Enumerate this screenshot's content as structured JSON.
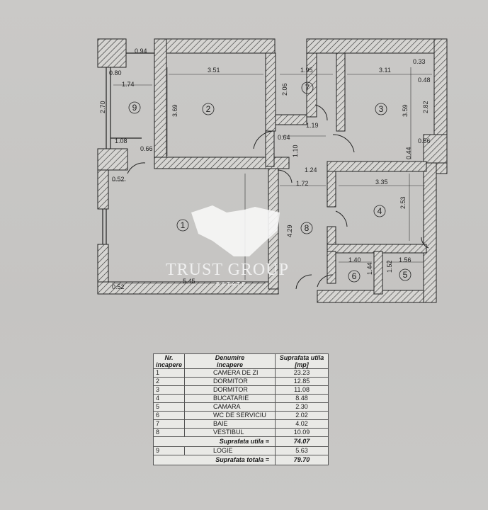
{
  "plan": {
    "room_labels": [
      "1",
      "2",
      "3",
      "4",
      "5",
      "6",
      "7",
      "8",
      "9"
    ],
    "dimensions": {
      "d094": "0.94",
      "d080": "0.80",
      "d174": "1.74",
      "d270": "2.70",
      "d108": "1.08",
      "d066": "0.66",
      "d351": "3.51",
      "d369": "3.69",
      "d195": "1.95",
      "d206": "2.06",
      "d311": "3.11",
      "d033": "0.33",
      "d048": "0.48",
      "d359": "3.59",
      "d282": "2.82",
      "d056": "0.56",
      "d044": "0.44",
      "d119": "1.19",
      "d064": "0.64",
      "d110": "1.10",
      "d124": "1.24",
      "d172": "1.72",
      "d335": "3.35",
      "d253": "2.53",
      "d052a": "0.52",
      "d429": "4.29",
      "d140": "1.40",
      "d144": "1.44",
      "d156": "1.56",
      "d152": "1.52",
      "d052b": "0.52",
      "d545": "5.45"
    }
  },
  "watermark": {
    "brand": "TRUST GROUP",
    "sub": "ESTATE"
  },
  "table": {
    "headers": [
      "Nr.\nincapere",
      "Denumire\nincapere",
      "Suprafata utila\n[mp]"
    ],
    "rows": [
      {
        "nr": "1",
        "name": "CAMERA DE ZI",
        "area": "23.23"
      },
      {
        "nr": "2",
        "name": "DORMITOR",
        "area": "12.85"
      },
      {
        "nr": "3",
        "name": "DORMITOR",
        "area": "11.08"
      },
      {
        "nr": "4",
        "name": "BUCATARIE",
        "area": "8.48"
      },
      {
        "nr": "5",
        "name": "CAMARA",
        "area": "2.30"
      },
      {
        "nr": "6",
        "name": "WC DE SERVICIU",
        "area": "2.02"
      },
      {
        "nr": "7",
        "name": "BAIE",
        "area": "4.02"
      },
      {
        "nr": "8",
        "name": "VESTIBUL",
        "area": "10.09"
      }
    ],
    "useful_label": "Suprafata utila =",
    "useful_value": "74.07",
    "loggia_nr": "9",
    "loggia_name": "LOGIE",
    "loggia_value": "5.63",
    "total_label": "Suprafata totala =",
    "total_value": "79.70"
  }
}
